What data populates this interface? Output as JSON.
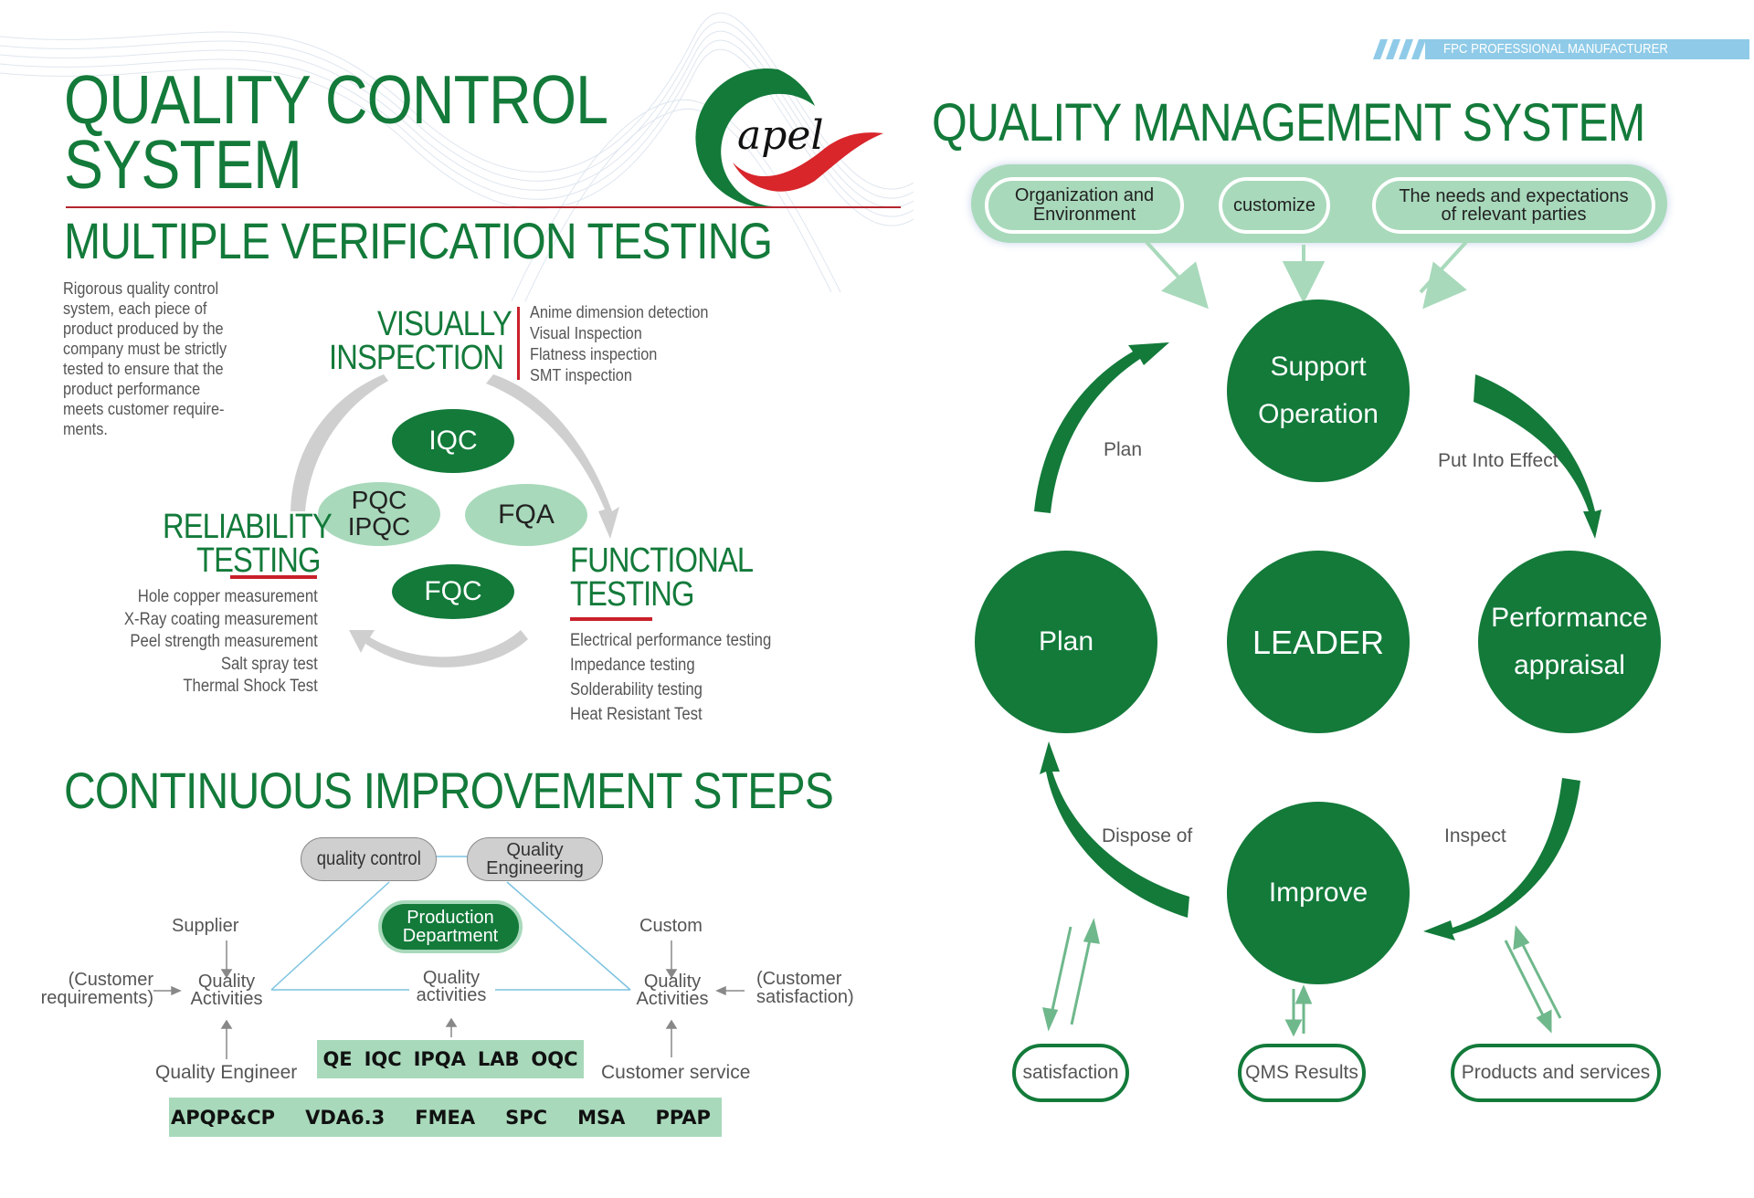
{
  "left": {
    "main_title_line1": "QUALITY CONTROL",
    "main_title_line2": "SYSTEM",
    "logo_text": "apel",
    "subtitle": "MULTIPLE VERIFICATION TESTING",
    "intro_lines": [
      "Rigorous quality control",
      "system, each piece of",
      "product produced by the",
      "company must be strictly",
      "tested to ensure that the",
      "product performance",
      "meets customer require-",
      "ments."
    ],
    "visual": {
      "heading_line1": "VISUALLY",
      "heading_line2": "INSPECTION",
      "items": [
        "Anime dimension detection",
        "Visual Inspection",
        "Flatness inspection",
        "SMT inspection"
      ]
    },
    "reliability": {
      "heading_line1": "RELIABILITY",
      "heading_line2": "TESTING",
      "items": [
        "Hole copper measurement",
        "X-Ray coating measurement",
        "Peel strength measurement",
        "Salt spray test",
        "Thermal Shock Test"
      ]
    },
    "functional": {
      "heading_line1": "FUNCTIONAL",
      "heading_line2": "TESTING",
      "items": [
        "Electrical performance testing",
        "Impedance testing",
        "Solderability testing",
        "Heat Resistant Test"
      ]
    },
    "centers": {
      "iqc": "IQC",
      "pqc_line1": "PQC",
      "pqc_line2": "IPQC",
      "fqa": "FQA",
      "fqc": "FQC"
    },
    "improvement": {
      "title": "CONTINUOUS IMPROVEMENT STEPS",
      "quality_control": "quality control",
      "qe_line1": "Quality",
      "qe_line2": "Engineering",
      "prod_line1": "Production",
      "prod_line2": "Department",
      "supplier": "Supplier",
      "custom": "Custom",
      "cust_req_line1": "(Customer",
      "cust_req_line2": "requirements)",
      "cust_sat_line1": "(Customer",
      "cust_sat_line2": "satisfaction)",
      "qa_left_line1": "Quality",
      "qa_left_line2": "Activities",
      "qa_mid_line1": "Quality",
      "qa_mid_line2": "activities",
      "qa_right_line1": "Quality",
      "qa_right_line2": "Activities",
      "quality_engineer": "Quality Engineer",
      "customer_service": "Customer service",
      "dept_tags": [
        "QE",
        "IQC",
        "IPQA",
        "LAB",
        "OQC"
      ],
      "tool_tags": [
        "APQP&CP",
        "VDA6.3",
        "FMEA",
        "SPC",
        "MSA",
        "PPAP"
      ]
    }
  },
  "right": {
    "banner": "FPC PROFESSIONAL MANUFACTURER",
    "title": "QUALITY MANAGEMENT SYSTEM",
    "inputs": {
      "org_line1": "Organization and",
      "org_line2": "Environment",
      "customize": "customize",
      "needs_line1": "The needs and expectations",
      "needs_line2": "of relevant parties"
    },
    "support_line1": "Support",
    "support_line2": "Operation",
    "plan": "Plan",
    "leader": "LEADER",
    "perf_line1": "Performance",
    "perf_line2": "appraisal",
    "improve": "Improve",
    "arrow_labels": {
      "plan": "Plan",
      "put_into_effect": "Put Into Effect",
      "dispose_of": "Dispose of",
      "inspect": "Inspect"
    },
    "outputs": {
      "satisfaction": "satisfaction",
      "qms_results": "QMS Results",
      "products": "Products and services"
    }
  },
  "colors": {
    "brand_green": "#137a3a",
    "light_green": "#a8d9bb",
    "accent_red": "#c8202a",
    "banner_blue": "#8fcbe8",
    "gray_arrow": "#cfcfcf"
  }
}
